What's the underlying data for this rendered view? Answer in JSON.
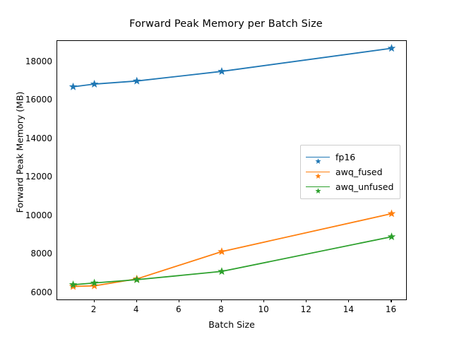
{
  "chart_data": {
    "type": "line",
    "title": "Forward Peak Memory per Batch Size",
    "xlabel": "Batch Size",
    "ylabel": "Forward Peak Memory (MB)",
    "x": [
      1,
      2,
      4,
      8,
      16
    ],
    "xlim": [
      0.25,
      16.75
    ],
    "ylim": [
      5620,
      19120
    ],
    "xticks": [
      2,
      4,
      6,
      8,
      10,
      12,
      14,
      16
    ],
    "xticklabels": [
      "2",
      "4",
      "6",
      "8",
      "10",
      "12",
      "14",
      "16"
    ],
    "yticks": [
      6000,
      8000,
      10000,
      12000,
      14000,
      16000,
      18000
    ],
    "yticklabels": [
      "6000",
      "8000",
      "10000",
      "12000",
      "14000",
      "16000",
      "18000"
    ],
    "grid": false,
    "legend_position": "center right",
    "marker": "star",
    "series": [
      {
        "name": "fp16",
        "color": "#1f77b4",
        "values": [
          16740,
          16880,
          17040,
          17540,
          18740
        ]
      },
      {
        "name": "awq_fused",
        "color": "#ff7f0e",
        "values": [
          6370,
          6400,
          6760,
          8180,
          10150
        ]
      },
      {
        "name": "awq_unfused",
        "color": "#2ca02c",
        "values": [
          6460,
          6550,
          6720,
          7150,
          8950
        ]
      }
    ]
  }
}
